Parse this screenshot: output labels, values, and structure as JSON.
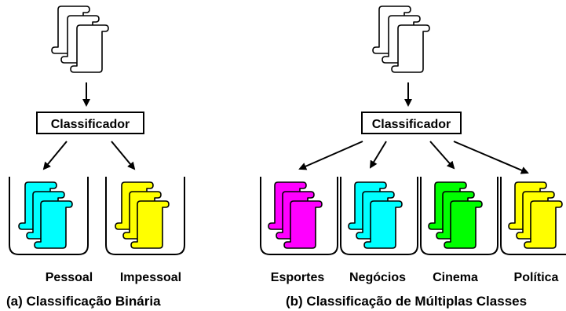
{
  "left": {
    "classifier": "Classificador",
    "classes": [
      {
        "label": "Pessoal",
        "color": "#00ffff"
      },
      {
        "label": "Impessoal",
        "color": "#ffff00"
      }
    ],
    "caption": "(a) Classificação Binária"
  },
  "right": {
    "classifier": "Classificador",
    "classes": [
      {
        "label": "Esportes",
        "color": "#ff00ff"
      },
      {
        "label": "Negócios",
        "color": "#00ffff"
      },
      {
        "label": "Cinema",
        "color": "#00ff00"
      },
      {
        "label": "Política",
        "color": "#ffff00"
      }
    ],
    "caption": "(b) Classificação de Múltiplas Classes"
  },
  "colors": {
    "input_docs": "#ffffff",
    "stroke": "#000000"
  }
}
